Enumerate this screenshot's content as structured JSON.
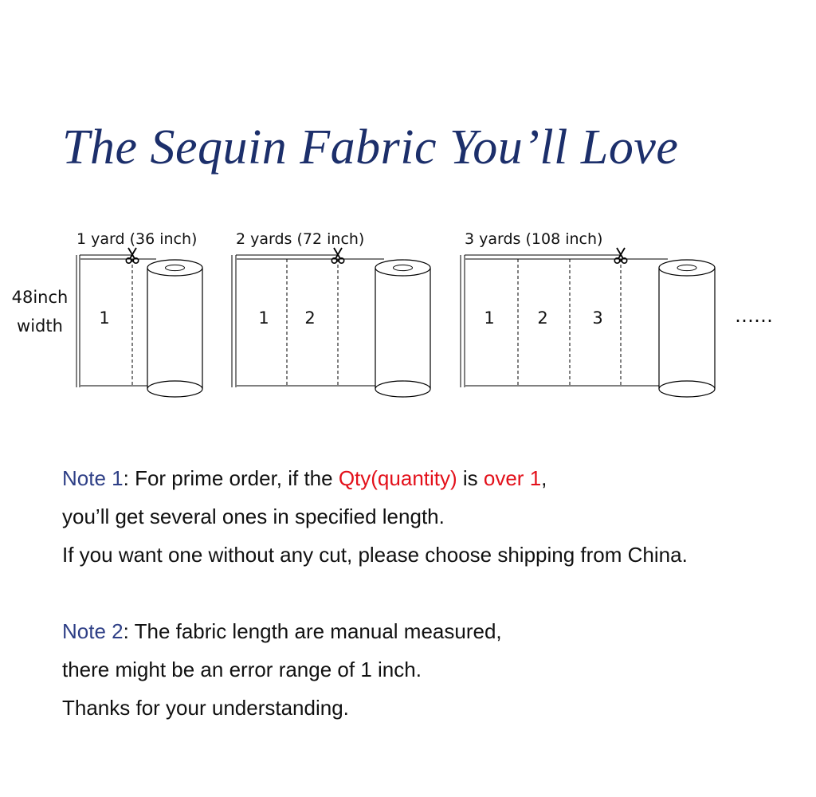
{
  "title": "The Sequin Fabric You’ll Love",
  "diagram": {
    "width_label": [
      "48inch",
      "width"
    ],
    "rolls": [
      {
        "length_label": "1 yard (36 inch)",
        "pieces": [
          "1"
        ]
      },
      {
        "length_label": "2 yards (72 inch)",
        "pieces": [
          "1",
          "2"
        ]
      },
      {
        "length_label": "3 yards (108 inch)",
        "pieces": [
          "1",
          "2",
          "3"
        ]
      }
    ],
    "more_symbol": "……"
  },
  "note1": {
    "label": "Note 1",
    "sep": ":",
    "text_a": " For prime order, if the ",
    "qty": "Qty(quantity)",
    "text_b": " is ",
    "over": "over 1",
    "text_c": ",",
    "line2": "you’ll get several ones in specified length.",
    "line3": "If you want one without any cut, please choose shipping from China."
  },
  "note2": {
    "label": "Note 2",
    "sep": ":",
    "text_a": " The fabric length are manual measured,",
    "line2": "there might be an error range of 1 inch.",
    "line3": "Thanks for your understanding."
  },
  "colors": {
    "title": "#1c2f6b",
    "note_label": "#2e3f86",
    "highlight": "#e3101a"
  }
}
